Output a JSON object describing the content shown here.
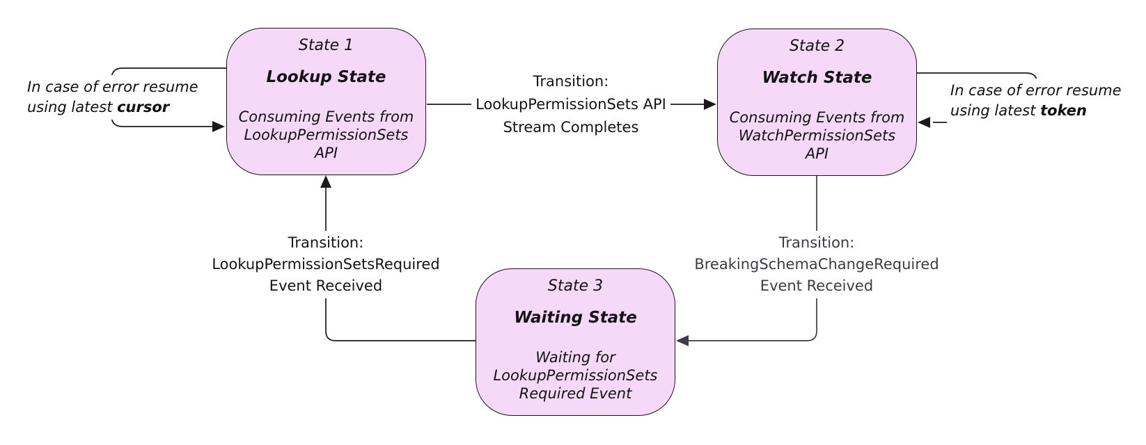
{
  "diagram": {
    "states": [
      {
        "label": "State 1",
        "name": "Lookup State",
        "description": "Consuming Events from LookupPermissionSets API",
        "desc_lines": [
          "Consuming Events from",
          "LookupPermissionSets",
          "API"
        ]
      },
      {
        "label": "State 2",
        "name": "Watch State",
        "description": "Consuming Events from WatchPermissionSets API",
        "desc_lines": [
          "Consuming Events from",
          "WatchPermissionSets",
          "API"
        ]
      },
      {
        "label": "State 3",
        "name": "Waiting State",
        "description": "Waiting for LookupPermissionSets Required Event",
        "desc_lines": [
          "Waiting for",
          "LookupPermissionSets",
          "Required Event"
        ]
      }
    ],
    "transitions": [
      {
        "from": "State 1",
        "to": "State 2",
        "lines": [
          "Transition:",
          "LookupPermissionSets API",
          "Stream Completes"
        ]
      },
      {
        "from": "State 2",
        "to": "State 3",
        "lines": [
          "Transition:",
          "BreakingSchemaChangeRequired",
          "Event Received"
        ]
      },
      {
        "from": "State 3",
        "to": "State 1",
        "lines": [
          "Transition:",
          "LookupPermissionSetsRequired",
          "Event Received"
        ]
      }
    ],
    "annotations": [
      {
        "line1": "In case of error resume",
        "line2_prefix": "using latest ",
        "keyword": "cursor",
        "attached_to": "State 1"
      },
      {
        "line1": "In case of error resume",
        "line2_prefix": "using latest ",
        "keyword": "token",
        "attached_to": "State 2"
      }
    ],
    "colors": {
      "state_fill": "#f6d9f8",
      "state_border": "#161616",
      "connector": "#1a1a1c",
      "muted_text": "#3d3b44",
      "background": "#ffffff"
    }
  }
}
